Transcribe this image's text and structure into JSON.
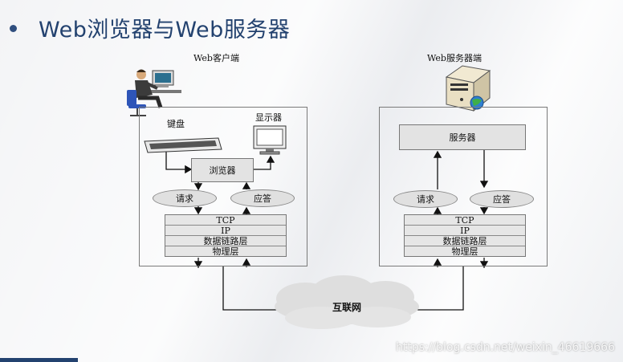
{
  "slide": {
    "title": "Web浏览器与Web服务器",
    "watermark": "https://blog.csdn.net/weixin_46619666"
  },
  "client": {
    "caption": "Web客户端",
    "keyboard_label": "键盘",
    "display_label": "显示器",
    "browser_label": "浏览器",
    "request_label": "请求",
    "response_label": "应答",
    "layers": [
      "TCP",
      "IP",
      "数据链路层",
      "物理层"
    ]
  },
  "server": {
    "caption": "Web服务器端",
    "server_box_label": "服务器",
    "request_label": "请求",
    "response_label": "应答",
    "layers": [
      "TCP",
      "IP",
      "数据链路层",
      "物理层"
    ]
  },
  "network": {
    "label": "互联网"
  },
  "colors": {
    "title": "#23426f",
    "panel_border": "#7a7a7a",
    "box_fill": "#e3e3e3"
  }
}
